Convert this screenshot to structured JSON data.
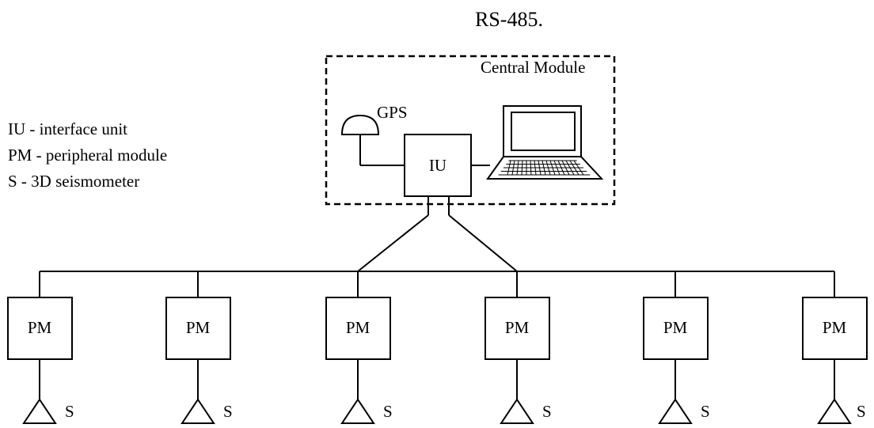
{
  "header": {
    "text": "RS-485."
  },
  "legend": [
    "IU - interface unit",
    "PM - peripheral module",
    "S - 3D seismometer"
  ],
  "central_module": {
    "label": "Central Module",
    "gps_label": "GPS",
    "iu_label": "IU"
  },
  "peripheral_modules": [
    {
      "label": "PM",
      "sensor_label": "S"
    },
    {
      "label": "PM",
      "sensor_label": "S"
    },
    {
      "label": "PM",
      "sensor_label": "S"
    },
    {
      "label": "PM",
      "sensor_label": "S"
    },
    {
      "label": "PM",
      "sensor_label": "S"
    },
    {
      "label": "PM",
      "sensor_label": "S"
    }
  ]
}
